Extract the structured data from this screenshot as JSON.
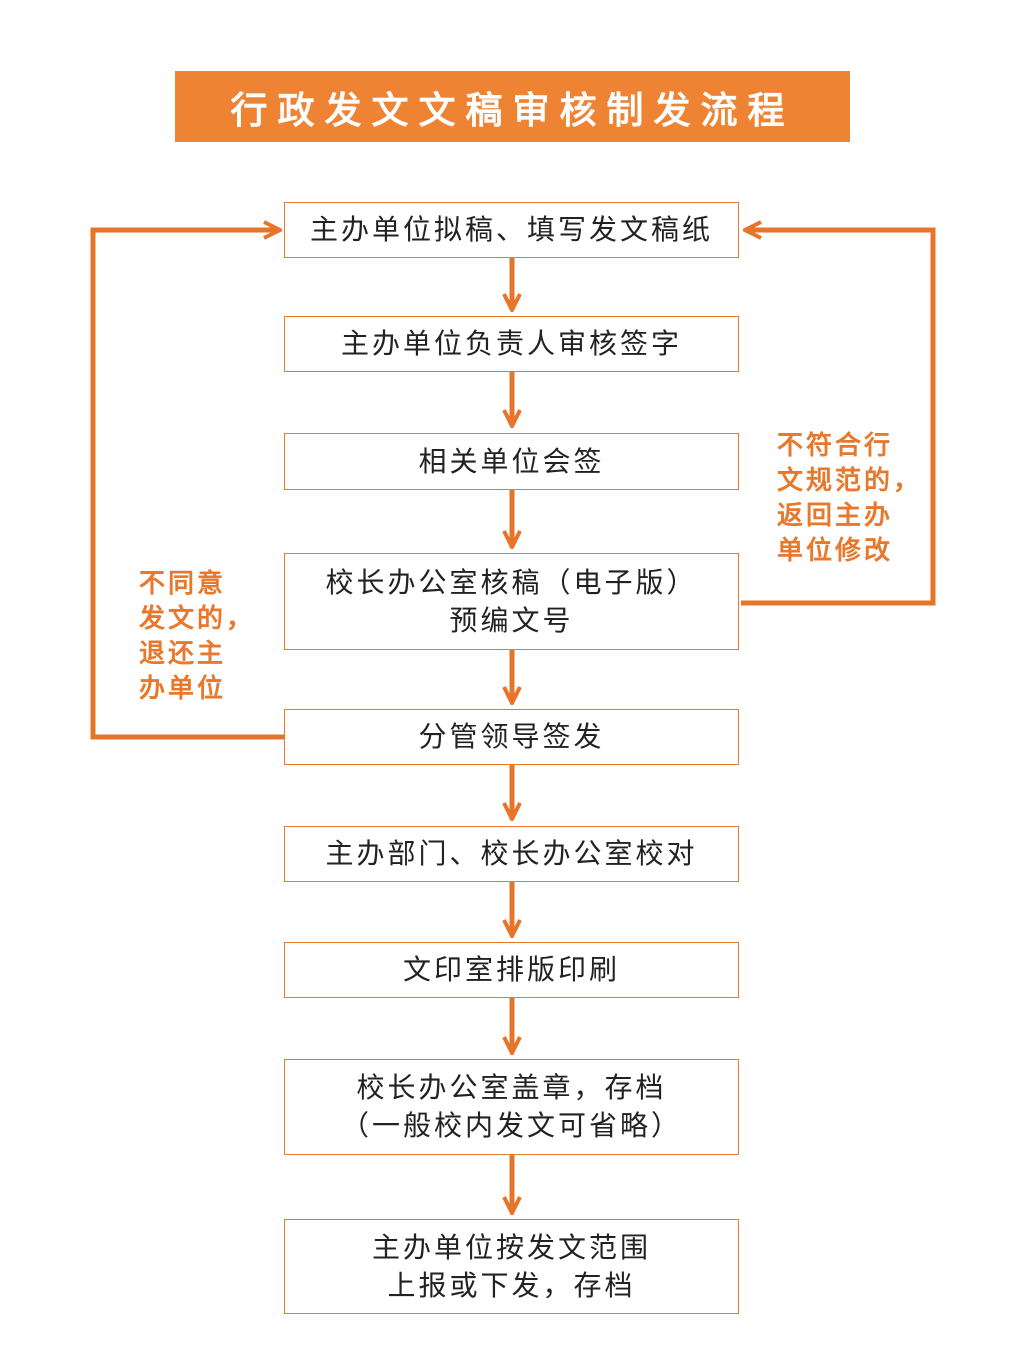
{
  "title": "行政发文文稿审核制发流程",
  "colors": {
    "accent": "#ef8334",
    "line": "#e8742a",
    "text": "#222222",
    "background": "#ffffff"
  },
  "steps": [
    {
      "lines": [
        "主办单位拟稿、填写发文稿纸"
      ]
    },
    {
      "lines": [
        "主办单位负责人审核签字"
      ]
    },
    {
      "lines": [
        "相关单位会签"
      ]
    },
    {
      "lines": [
        "校长办公室核稿（电子版）",
        "预编文号"
      ]
    },
    {
      "lines": [
        "分管领导签发"
      ]
    },
    {
      "lines": [
        "主办部门、校长办公室校对"
      ]
    },
    {
      "lines": [
        "文印室排版印刷"
      ]
    },
    {
      "lines": [
        "校长办公室盖章，存档",
        "（一般校内发文可省略）"
      ]
    },
    {
      "lines": [
        "主办单位按发文范围",
        "上报或下发，存档"
      ]
    }
  ],
  "notes": {
    "right": [
      "不符合行",
      "文规范的，",
      "返回主办",
      "单位修改"
    ],
    "left": [
      "不同意",
      "发文的，",
      "退还主",
      "办单位"
    ]
  }
}
